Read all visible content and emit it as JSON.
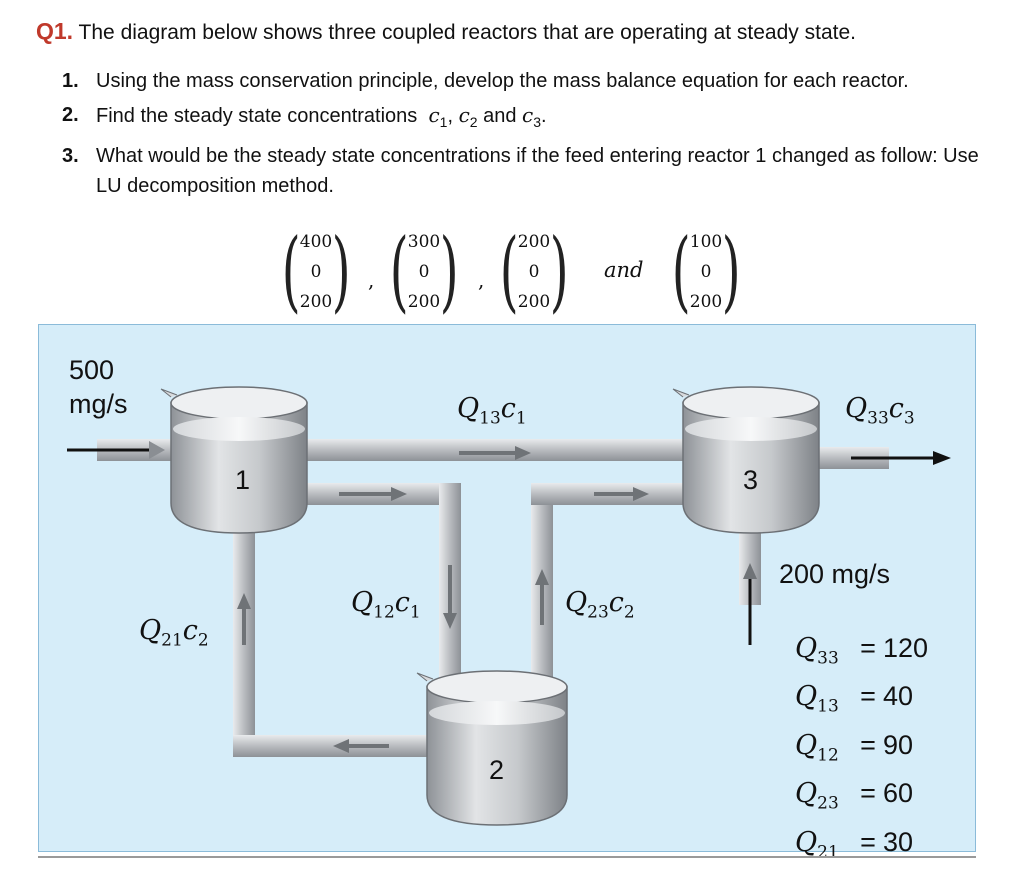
{
  "question": {
    "number": "Q1.",
    "text": "The diagram below shows three coupled reactors that are operating at steady state."
  },
  "items": [
    {
      "num": "1.",
      "text": "Using the mass conservation principle, develop the mass balance equation for each reactor."
    },
    {
      "num": "2.",
      "text_before": "Find the steady state concentrations",
      "c1": "c",
      "c1_sub": "1",
      "comma1": ", ",
      "c2": "c",
      "c2_sub": "2",
      "and": " and ",
      "c3": "c",
      "c3_sub": "3",
      "end": "."
    },
    {
      "num": "3.",
      "text": "What would be the steady state concentrations if the feed entering reactor 1 changed as follow: Use LU decomposition method."
    }
  ],
  "vectors": [
    [
      "400",
      "0",
      "200"
    ],
    [
      "300",
      "0",
      "200"
    ],
    [
      "200",
      "0",
      "200"
    ],
    [
      "100",
      "0",
      "200"
    ]
  ],
  "vector_separators": [
    ",",
    ","
  ],
  "vector_and": "and",
  "diagram": {
    "feed_label_line1": "500",
    "feed_label_line2": "mg/s",
    "reactor_labels": [
      "1",
      "2",
      "3"
    ],
    "q13": {
      "Q": "Q",
      "sub": "13",
      "c": "c",
      "csub": "1"
    },
    "q33": {
      "Q": "Q",
      "sub": "33",
      "c": "c",
      "csub": "3"
    },
    "q12": {
      "Q": "Q",
      "sub": "12",
      "c": "c",
      "csub": "1"
    },
    "q23": {
      "Q": "Q",
      "sub": "23",
      "c": "c",
      "csub": "2"
    },
    "q21": {
      "Q": "Q",
      "sub": "21",
      "c": "c",
      "csub": "2"
    },
    "inflow3_label": "200 mg/s",
    "flows": [
      {
        "Q": "Q",
        "sub": "33",
        "eq": "=",
        "value": "120"
      },
      {
        "Q": "Q",
        "sub": "13",
        "eq": "=",
        "value": "40"
      },
      {
        "Q": "Q",
        "sub": "12",
        "eq": "=",
        "value": "90"
      },
      {
        "Q": "Q",
        "sub": "23",
        "eq": "=",
        "value": "60"
      },
      {
        "Q": "Q",
        "sub": "21",
        "eq": "=",
        "value": "30"
      }
    ]
  },
  "colors": {
    "question_number": "#c0392b",
    "diagram_background": "#d6edf9",
    "pipe": "#b9bcc0",
    "arrow": "#6f7377"
  }
}
